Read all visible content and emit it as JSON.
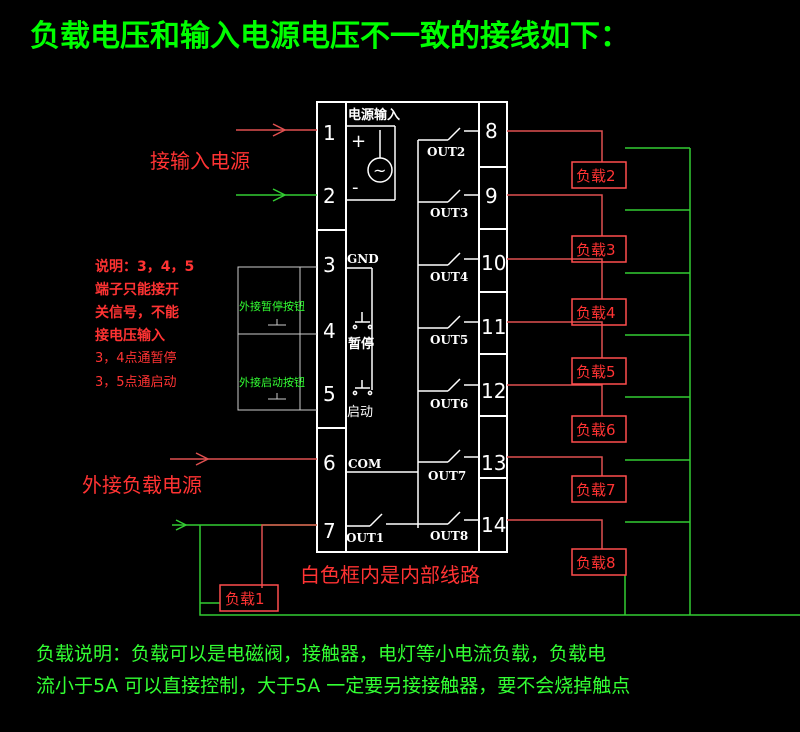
{
  "title": "负载电压和输入电源电压不一致的接线如下：",
  "power_input_label": "电源输入",
  "plus_sign": "+",
  "minus_sign": "-",
  "ac_symbol": "~",
  "terminals": [
    "1",
    "2",
    "3",
    "4",
    "5",
    "6",
    "7",
    "8",
    "9",
    "10",
    "11",
    "12",
    "13",
    "14"
  ],
  "internal": {
    "gnd": "GND",
    "pause": "暂停",
    "start": "启动",
    "com": "COM",
    "outputs": [
      "OUT1",
      "OUT2",
      "OUT3",
      "OUT4",
      "OUT5",
      "OUT6",
      "OUT7",
      "OUT8"
    ]
  },
  "connect_input_power": "接输入电源",
  "note_lines": [
    "说明：3，4，5",
    "端子只能接开",
    "关信号，不能",
    "接电压输入",
    "3，4点通暂停",
    "3，5点通启动"
  ],
  "ext_pause_button": "外接暂停按钮",
  "ext_start_button": "外接启动按钮",
  "external_load_power": "外接负载电源",
  "loads": [
    "负载1",
    "负载2",
    "负载3",
    "负载4",
    "负载5",
    "负载6",
    "负载7",
    "负载8"
  ],
  "white_box_note": "白色框内是内部线路",
  "load_note_lines": [
    "负载说明：负载可以是电磁阀，接触器，电灯等小电流负载，负载电",
    "流小于5A 可以直接控制，大于5A 一定要另接接触器，要不会烧掉触点"
  ],
  "colors": {
    "title": "#00ff00",
    "white": "#ffffff",
    "red_wire": "#ff4d4d",
    "green_wire": "#33cc33",
    "red_text": "#ff3333",
    "note_green": "#33ff33"
  }
}
